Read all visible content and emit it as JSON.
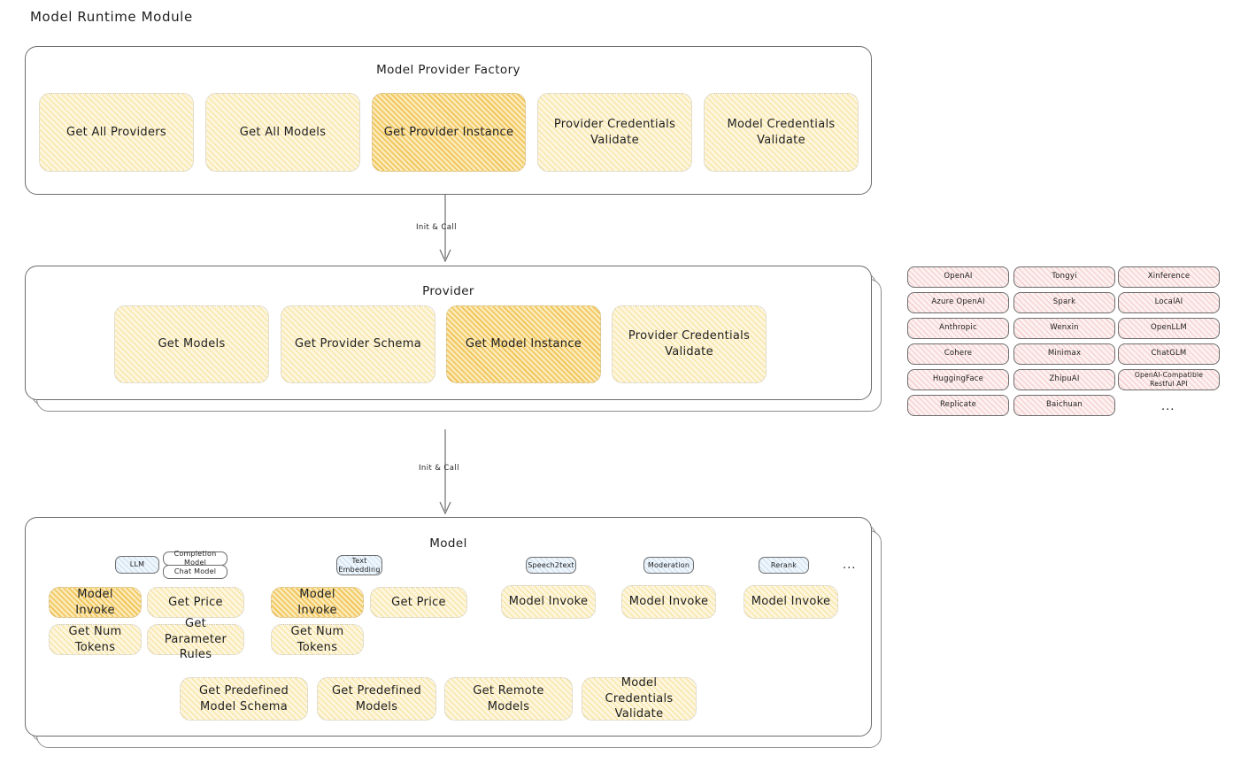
{
  "title": "Model Runtime Module",
  "factory": {
    "title": "Model Provider Factory",
    "boxes": [
      {
        "label": "Get All Providers",
        "highlight": false
      },
      {
        "label": "Get All Models",
        "highlight": false
      },
      {
        "label": "Get Provider Instance",
        "highlight": true
      },
      {
        "label": "Provider Credentials Validate",
        "highlight": false
      },
      {
        "label": "Model Credentials Validate",
        "highlight": false
      }
    ]
  },
  "arrows": [
    {
      "label": "Init & Call"
    },
    {
      "label": "Init & Call"
    }
  ],
  "provider": {
    "title": "Provider",
    "boxes": [
      {
        "label": "Get Models",
        "highlight": false
      },
      {
        "label": "Get Provider Schema",
        "highlight": false
      },
      {
        "label": "Get Model Instance",
        "highlight": true
      },
      {
        "label": "Provider Credentials Validate",
        "highlight": false
      }
    ]
  },
  "provider_list": {
    "columns": [
      [
        "OpenAI",
        "Azure OpenAI",
        "Anthropic",
        "Cohere",
        "HuggingFace",
        "Replicate"
      ],
      [
        "Tongyi",
        "Spark",
        "Wenxin",
        "Minimax",
        "ZhipuAI",
        "Baichuan"
      ],
      [
        "Xinference",
        "LocalAI",
        "OpenLLM",
        "ChatGLM",
        "OpenAI-Compatible Restful API"
      ]
    ],
    "more": "..."
  },
  "model": {
    "title": "Model",
    "more": "...",
    "types": [
      {
        "badge": "LLM",
        "badge_style": "blue",
        "sub_badges": [
          "Completion Model",
          "Chat Model"
        ],
        "methods": [
          {
            "label": "Model Invoke",
            "highlight": true
          },
          {
            "label": "Get Price",
            "highlight": false
          },
          {
            "label": "Get Num Tokens",
            "highlight": false
          },
          {
            "label": "Get Parameter Rules",
            "highlight": false
          }
        ]
      },
      {
        "badge": "Text Embedding",
        "badge_style": "blue",
        "sub_badges": [],
        "methods": [
          {
            "label": "Model Invoke",
            "highlight": true
          },
          {
            "label": "Get Price",
            "highlight": false
          },
          {
            "label": "Get Num Tokens",
            "highlight": false
          }
        ]
      },
      {
        "badge": "Speech2text",
        "badge_style": "blue",
        "sub_badges": [],
        "methods": [
          {
            "label": "Model Invoke",
            "highlight": false
          }
        ]
      },
      {
        "badge": "Moderation",
        "badge_style": "blue",
        "sub_badges": [],
        "methods": [
          {
            "label": "Model Invoke",
            "highlight": false
          }
        ]
      },
      {
        "badge": "Rerank",
        "badge_style": "blue",
        "sub_badges": [],
        "methods": [
          {
            "label": "Model Invoke",
            "highlight": false
          }
        ]
      }
    ],
    "shared_methods": [
      "Get Predefined Model Schema",
      "Get Predefined Models",
      "Get Remote Models",
      "Model Credentials Validate"
    ]
  },
  "colors": {
    "fill_yellow": "#fdf6dd",
    "fill_orange": "#fbe9b6",
    "fill_red": "#fdf0f0",
    "fill_blue": "#eef6fc",
    "stroke": "#6d6d6d",
    "text": "#1e1e1e"
  }
}
